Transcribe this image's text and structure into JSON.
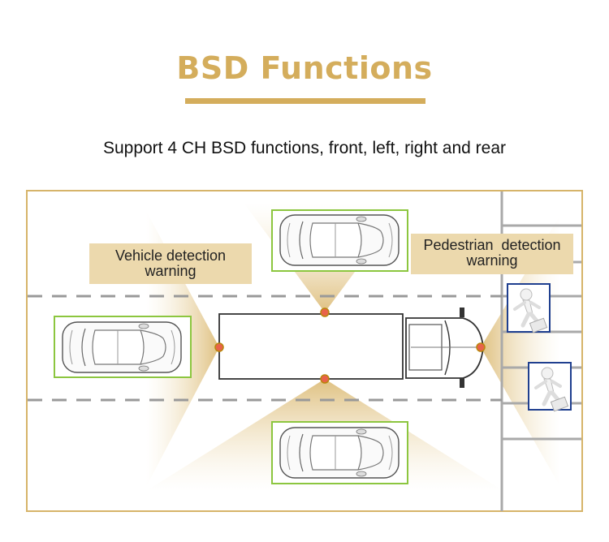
{
  "title": "BSD Functions",
  "subtitle": "Support 4 CH BSD functions, front, left, right and rear",
  "callouts": {
    "vehicle_line1": "Vehicle detection",
    "vehicle_line2": "warning",
    "pedestrian_line1": "Pedestrian  detection",
    "pedestrian_line2": "warning"
  },
  "colors": {
    "gold": "#d4ad5c",
    "callout_bg": "#ecd9ad",
    "car_box": "#8cc63f",
    "pedestrian_box": "#1f3f8f",
    "sensor": "#e8624a"
  }
}
